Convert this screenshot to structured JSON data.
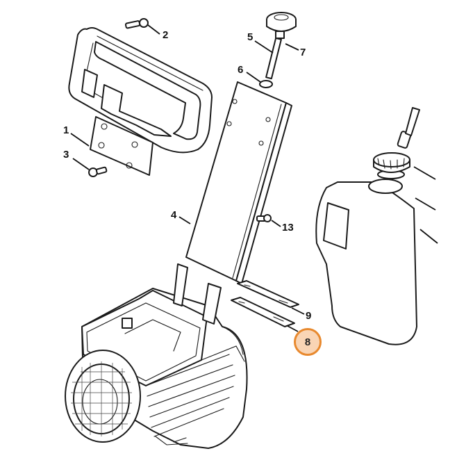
{
  "diagram": {
    "type": "exploded-parts-view",
    "highlight_color": "#e8892e",
    "highlight_fill": "#f9d5b5",
    "callouts": [
      {
        "id": "1",
        "label": "1",
        "part": "handle"
      },
      {
        "id": "2",
        "label": "2",
        "part": "screw"
      },
      {
        "id": "3",
        "label": "3",
        "part": "screw"
      },
      {
        "id": "4",
        "label": "4",
        "part": "cover"
      },
      {
        "id": "5",
        "label": "5",
        "part": "screw"
      },
      {
        "id": "6",
        "label": "6",
        "part": "washer"
      },
      {
        "id": "7",
        "label": "7",
        "part": "knob"
      },
      {
        "id": "8",
        "label": "8",
        "part": "plate",
        "highlighted": true
      },
      {
        "id": "9",
        "label": "9",
        "part": "plate"
      },
      {
        "id": "13",
        "label": "13",
        "part": "screw"
      },
      {
        "id": "r1",
        "label": "",
        "part": "tank-cap"
      },
      {
        "id": "r2",
        "label": "",
        "part": "tank-seal"
      },
      {
        "id": "r3",
        "label": "",
        "part": "tank"
      }
    ]
  }
}
